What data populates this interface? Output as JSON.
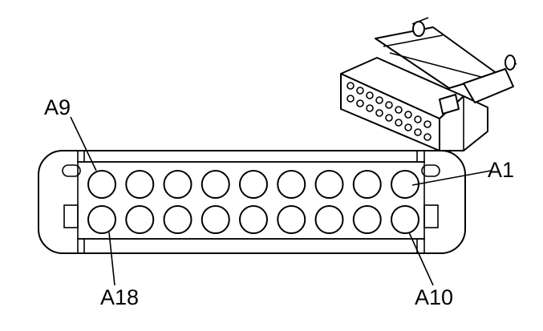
{
  "diagram": {
    "labels": {
      "a9": "A9",
      "a1": "A1",
      "a18": "A18",
      "a10": "A10"
    },
    "pin_rows": 2,
    "pins_per_row": 9
  }
}
